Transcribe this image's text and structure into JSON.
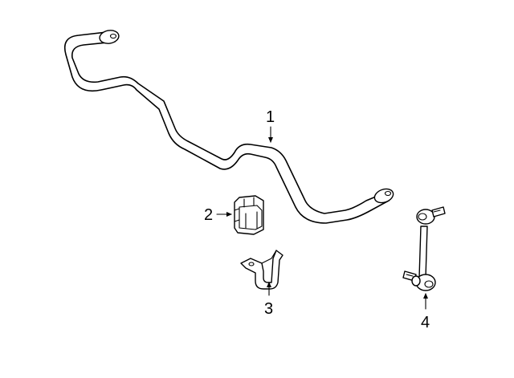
{
  "callouts": [
    {
      "id": "1",
      "label": "1",
      "part": "stabilizer-bar"
    },
    {
      "id": "2",
      "label": "2",
      "part": "bushing"
    },
    {
      "id": "3",
      "label": "3",
      "part": "bracket"
    },
    {
      "id": "4",
      "label": "4",
      "part": "stabilizer-link"
    }
  ]
}
